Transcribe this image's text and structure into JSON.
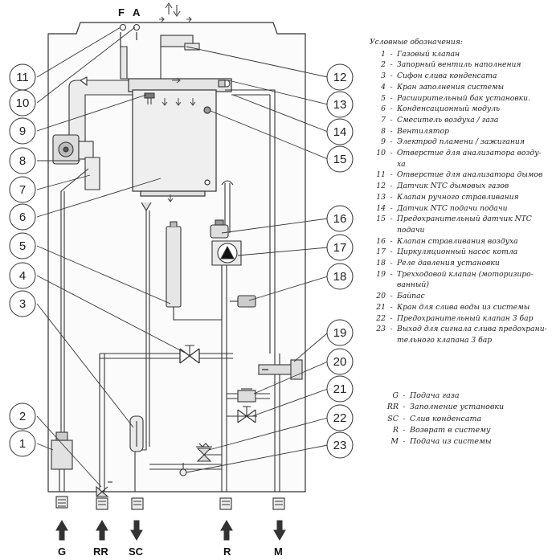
{
  "top_labels": [
    "F",
    "A"
  ],
  "legend": {
    "title": "Условные обозначения:",
    "items": [
      {
        "num": "1",
        "text": "Газовый клапан"
      },
      {
        "num": "2",
        "text": "Запорный вентиль наполнения"
      },
      {
        "num": "3",
        "text": "Сифон слива конденсата"
      },
      {
        "num": "4",
        "text": "Кран заполнения системы"
      },
      {
        "num": "5",
        "text": "Расширительный бак установки."
      },
      {
        "num": "6",
        "text": "Конденсационный модуль"
      },
      {
        "num": "7",
        "text": "Смеситель воздуха / газа"
      },
      {
        "num": "8",
        "text": "Вентилятор"
      },
      {
        "num": "9",
        "text": "Электрод пламени / зажигания"
      },
      {
        "num": "10",
        "text": "Отверстие для анализатора возду-",
        "cont": "ха"
      },
      {
        "num": "11",
        "text": "Отверстие для анализатора дымов"
      },
      {
        "num": "12",
        "text": "Датчик NTC дымовых газов"
      },
      {
        "num": "13",
        "text": "Клапан ручного стравливания"
      },
      {
        "num": "14",
        "text": "Датчик NTC подачи подачи"
      },
      {
        "num": "15",
        "text": "Предохранительный датчик NTC",
        "cont": "подачи"
      },
      {
        "num": "16",
        "text": "Клапан стравливания воздуха"
      },
      {
        "num": "17",
        "text": "Циркуляционный насос котла"
      },
      {
        "num": "18",
        "text": "Реле давления установки"
      },
      {
        "num": "19",
        "text": "Трехходовой клапан (моторизиро-",
        "cont": "ванный)"
      },
      {
        "num": "20",
        "text": "Байпас"
      },
      {
        "num": "21",
        "text": "Кран для слива воды из системы"
      },
      {
        "num": "22",
        "text": "Предохранительный клапан 3 бар"
      },
      {
        "num": "23",
        "text": "Выход для сигнала слива предохрани-",
        "cont": "тельного клапана 3 бар"
      }
    ]
  },
  "connections_legend": [
    {
      "code": "G",
      "text": "Подача газа"
    },
    {
      "code": "RR",
      "text": "Заполнение установки"
    },
    {
      "code": "SC",
      "text": "Слив конденсата"
    },
    {
      "code": "R",
      "text": "Возврат в систему"
    },
    {
      "code": "M",
      "text": "Подача из системы"
    }
  ],
  "callouts": {
    "left": [
      "11",
      "10",
      "9",
      "8",
      "7",
      "6",
      "5",
      "4",
      "3",
      "2",
      "1"
    ],
    "right": [
      "12",
      "13",
      "14",
      "15",
      "16",
      "17",
      "18",
      "19",
      "20",
      "21",
      "22",
      "23"
    ]
  },
  "bottom_labels": [
    "G",
    "RR",
    "SC",
    "R",
    "M"
  ],
  "colors": {
    "line": "#333333",
    "pipe_fill": "#e8e8e8",
    "box_fill": "#eeeeee",
    "arrow": "#444444"
  }
}
